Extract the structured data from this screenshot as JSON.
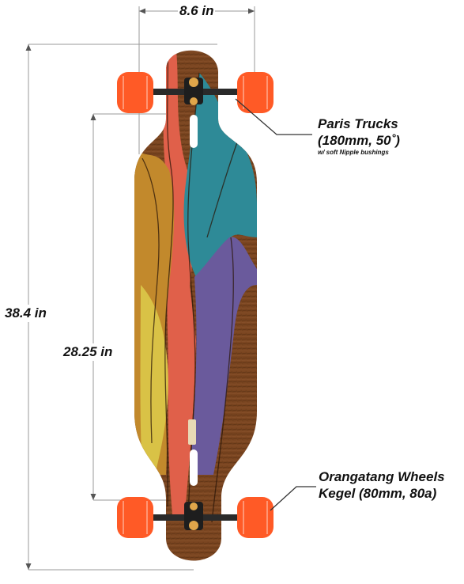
{
  "dimensions": {
    "width": "8.6 in",
    "length": "38.4 in",
    "wheelbase": "28.25 in"
  },
  "callouts": {
    "trucks": {
      "line1": "Paris Trucks",
      "line2": "(180mm, 50˚)",
      "note": "w/ soft Nipple bushings"
    },
    "wheels": {
      "line1": "Orangatang Wheels",
      "line2": "Kegel (80mm, 80a)"
    }
  },
  "colors": {
    "wood": "#7a4520",
    "teal": "#2e8a97",
    "coral": "#e0604a",
    "ochre": "#c2892c",
    "yellow": "#d9c246",
    "purple": "#6a5a9c",
    "wheel": "#ff5a26",
    "truck": "#2a2a2a"
  }
}
